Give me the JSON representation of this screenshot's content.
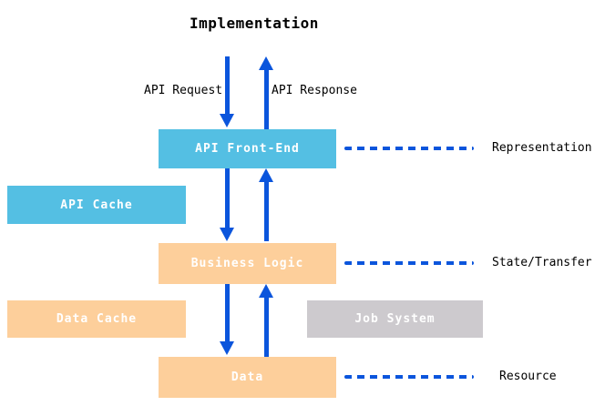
{
  "title": "Implementation",
  "flow": {
    "request_label": "API Request",
    "response_label": "API Response"
  },
  "boxes": [
    {
      "id": "api-front-end",
      "label": "API Front-End",
      "color": "#54BFE3"
    },
    {
      "id": "api-cache",
      "label": "API Cache",
      "color": "#54BFE3"
    },
    {
      "id": "business-logic",
      "label": "Business Logic",
      "color": "#FDCF9B"
    },
    {
      "id": "data-cache",
      "label": "Data Cache",
      "color": "#FDCF9B"
    },
    {
      "id": "job-system",
      "label": "Job System",
      "color": "#CDCACE"
    },
    {
      "id": "data",
      "label": "Data",
      "color": "#FDCF9B"
    }
  ],
  "layers": [
    {
      "label": "Representation"
    },
    {
      "label": "State/Transfer"
    },
    {
      "label": "Resource"
    }
  ],
  "colors": {
    "arrow_blue": "#0B55DC",
    "box_blue": "#54BFE3",
    "box_orange": "#FDCF9B",
    "box_gray": "#CDCACE",
    "box_text": "#FFFFFF",
    "label_text": "#000000",
    "background": "#FFFFFF"
  }
}
